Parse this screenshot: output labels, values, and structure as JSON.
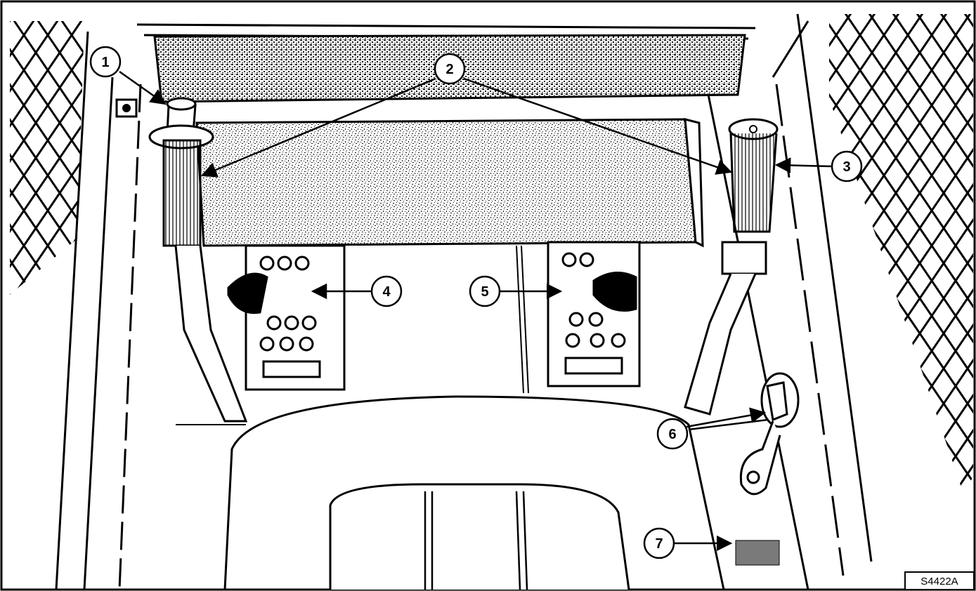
{
  "figure": {
    "figure_id": "S4422A",
    "callouts": [
      {
        "number": "1",
        "part": "left-control-handle-button"
      },
      {
        "number": "2",
        "part": "control-handles"
      },
      {
        "number": "3",
        "part": "right-control-handle"
      },
      {
        "number": "4",
        "part": "left-foot-pedal"
      },
      {
        "number": "5",
        "part": "right-foot-pedal"
      },
      {
        "number": "6",
        "part": "seat-side-lever"
      },
      {
        "number": "7",
        "part": "floor-switch"
      }
    ]
  },
  "colors": {
    "ink": "#000000",
    "paper": "#ffffff",
    "speckle": "#1a1a1a",
    "switch": "#7a7a7a"
  }
}
